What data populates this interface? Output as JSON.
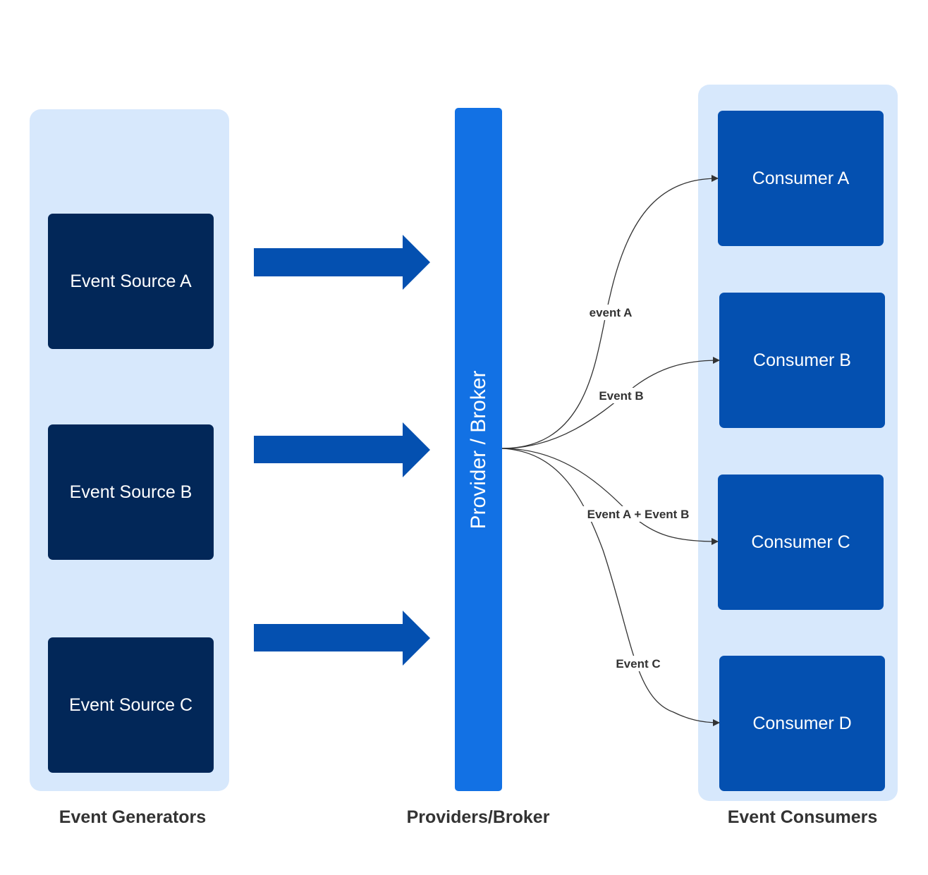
{
  "columns": {
    "generators": "Event Generators",
    "broker": "Providers/Broker",
    "consumers": "Event Consumers"
  },
  "sources": [
    "Event Source A",
    "Event Source B",
    "Event Source C"
  ],
  "broker_label": "Provider / Broker",
  "consumers": [
    "Consumer A",
    "Consumer B",
    "Consumer C",
    "Consumer D"
  ],
  "flows": [
    "event A",
    "Event B",
    "Event A + Event B",
    "Event C"
  ],
  "colors": {
    "panel": "#d7e8fc",
    "source_box": "#022758",
    "consumer_box": "#0450b0",
    "broker_bar": "#1271e4",
    "flow_arrow": "#0450b0",
    "edge": "#333333"
  }
}
